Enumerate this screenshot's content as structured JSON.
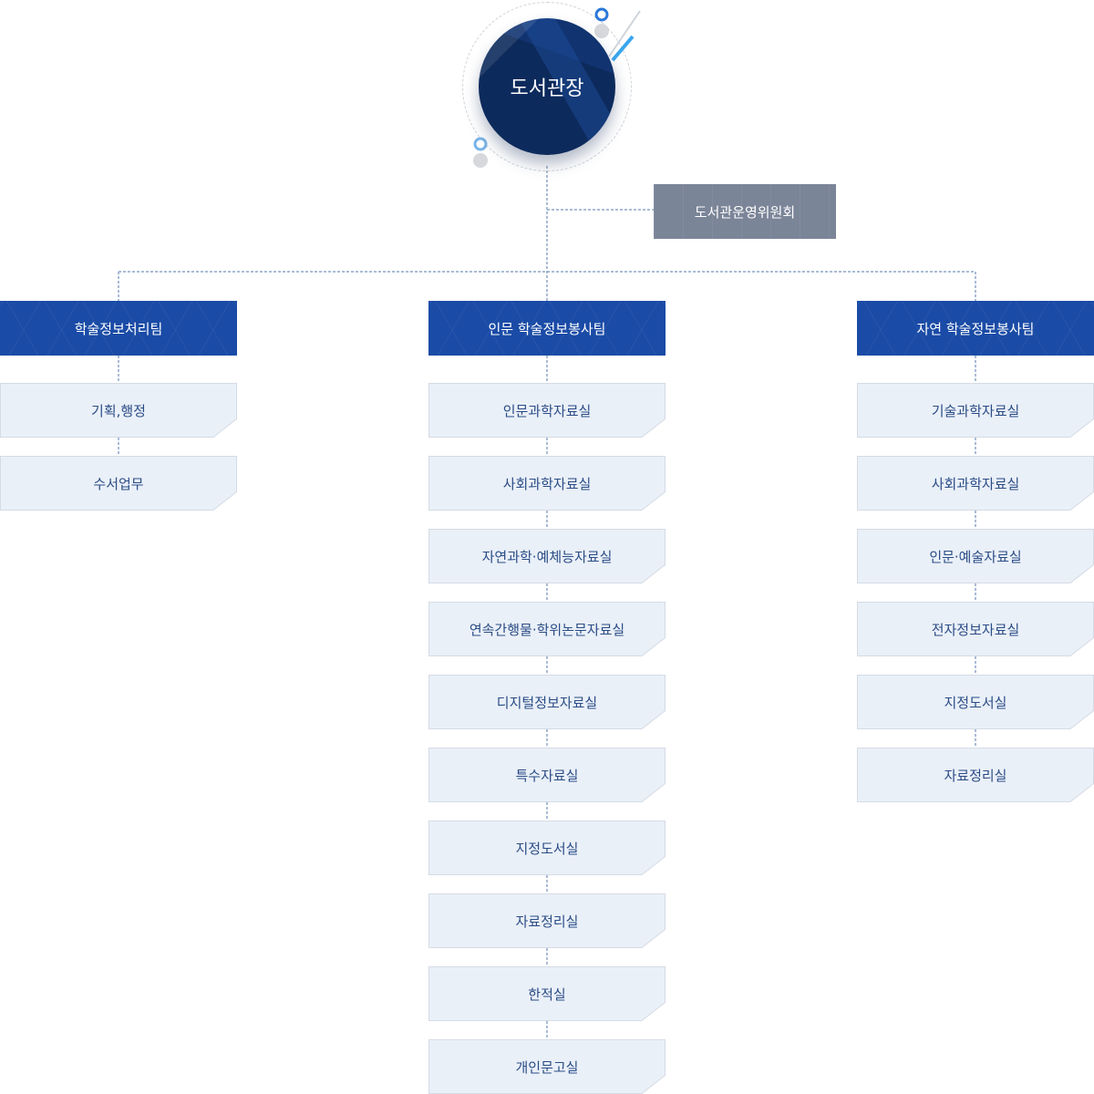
{
  "director": {
    "label": "도서관장"
  },
  "committee": {
    "label": "도서관운영위원회"
  },
  "teams": [
    {
      "label": "학술정보처리팀",
      "units": [
        "기획,행정",
        "수서업무"
      ]
    },
    {
      "label": "인문 학술정보봉사팀",
      "units": [
        "인문과학자료실",
        "사회과학자료실",
        "자연과학·예체능자료실",
        "연속간행물·학위논문자료실",
        "디지털정보자료실",
        "특수자료실",
        "지정도서실",
        "자료정리실",
        "한적실",
        "개인문고실"
      ]
    },
    {
      "label": "자연 학술정보봉사팀",
      "units": [
        "기술과학자료실",
        "사회과학자료실",
        "인문·예술자료실",
        "전자정보자료실",
        "지정도서실",
        "자료정리실"
      ]
    }
  ],
  "colors": {
    "director": "#0d2a5c",
    "team": "#1a4ba6",
    "committee": "#7b8598",
    "unit_fill": "#eaf0f8",
    "unit_text": "#2a4c86",
    "connector": "#7f9bbd"
  }
}
